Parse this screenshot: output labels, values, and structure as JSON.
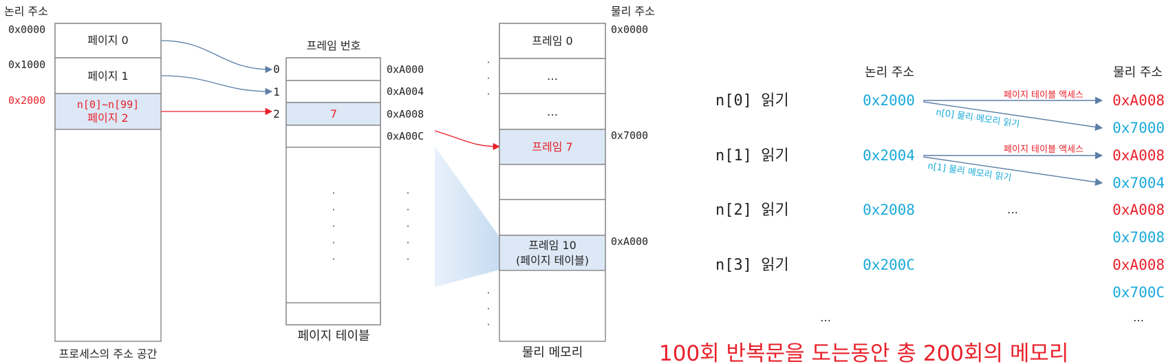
{
  "colors": {
    "accent_red": "#e8202a",
    "accent_cyan": "#19a9d9",
    "arrow_blue": "#5b7fa6",
    "highlight_fill": "#dce8f6",
    "border": "#8c8c8c"
  },
  "process_space": {
    "header": "논리 주소",
    "caption": "프로세스의 주소 공간",
    "addresses": [
      "0x0000",
      "0x1000",
      "0x2000"
    ],
    "pages": [
      {
        "label": "페이지 0"
      },
      {
        "label": "페이지 1"
      },
      {
        "label_top": "n[0]~n[99]",
        "label_bottom": "페이지 2"
      }
    ]
  },
  "page_table": {
    "header": "프레임 번호",
    "caption": "페이지 테이블",
    "indices": [
      "0",
      "1",
      "2"
    ],
    "entry_value": "7",
    "addresses": [
      "0xA000",
      "0xA004",
      "0xA008",
      "0xA00C"
    ],
    "dots": "·"
  },
  "physical_memory": {
    "header": "물리 주소",
    "caption": "물리 메모리",
    "frame0": "프레임 0",
    "ellipsis": "…",
    "frame7": "프레임 7",
    "frame10_line1": "프레임 10",
    "frame10_line2": "(페이지 테이블)",
    "addresses": [
      "0x0000",
      "0x7000",
      "0xA000"
    ]
  },
  "accesses": {
    "col_logical": "논리 주소",
    "col_physical": "물리 주소",
    "rows": [
      {
        "label": "n[0] 읽기",
        "logical": "0x2000",
        "pt_addr": "0xA008",
        "phys_addr": "0x7000",
        "pt_note": "페이지 테이블 액세스",
        "mem_note": "n[0] 물리 메모리 읽기"
      },
      {
        "label": "n[1] 읽기",
        "logical": "0x2004",
        "pt_addr": "0xA008",
        "phys_addr": "0x7004",
        "pt_note": "페이지 테이블 액세스",
        "mem_note": "n[1] 물리 메모리 읽기"
      },
      {
        "label": "n[2] 읽기",
        "logical": "0x2008",
        "pt_addr": "0xA008",
        "phys_addr": "0x7008",
        "middle": "…"
      },
      {
        "label": "n[3] 읽기",
        "logical": "0x200C",
        "pt_addr": "0xA008",
        "phys_addr": "0x700C"
      }
    ],
    "ellipsis": "…",
    "footer": "100회 반복문을 도는동안 총 200회의 메모리"
  }
}
